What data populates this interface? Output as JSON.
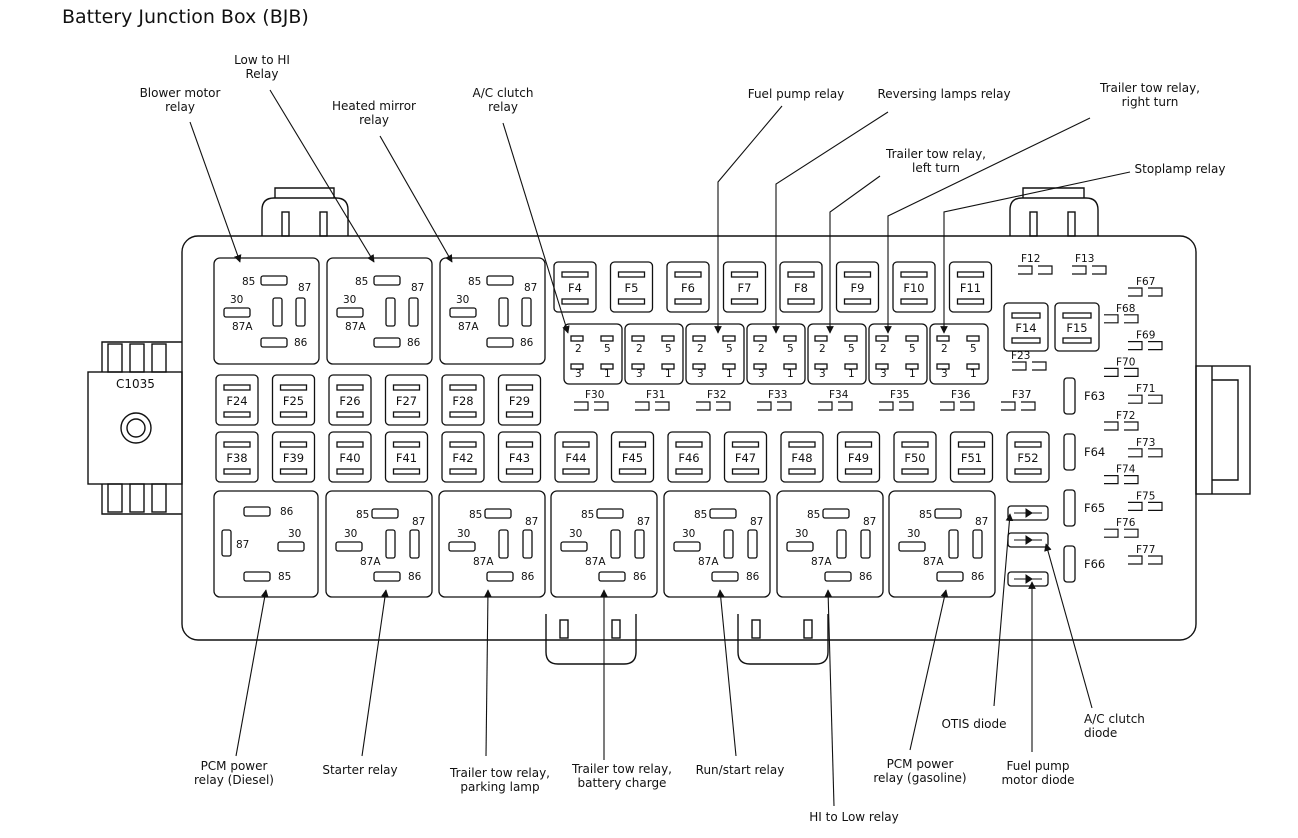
{
  "title": "Battery Junction Box (BJB)",
  "connector": "C1035",
  "callouts": {
    "blower_motor_relay": [
      "Blower motor",
      "relay"
    ],
    "low_to_hi_relay": [
      "Low to HI",
      "Relay"
    ],
    "heated_mirror_relay": [
      "Heated mirror",
      "relay"
    ],
    "ac_clutch_relay": [
      "A/C clutch",
      "relay"
    ],
    "fuel_pump_relay": [
      "Fuel pump relay"
    ],
    "reversing_lamps_relay": [
      "Reversing lamps relay"
    ],
    "trailer_tow_right": [
      "Trailer tow relay,",
      "right turn"
    ],
    "trailer_tow_left": [
      "Trailer tow relay,",
      "left turn"
    ],
    "stoplamp_relay": [
      "Stoplamp relay"
    ],
    "pcm_power_diesel": [
      "PCM power",
      "relay (Diesel)"
    ],
    "starter_relay": [
      "Starter relay"
    ],
    "trailer_tow_parking": [
      "Trailer tow relay,",
      "parking lamp"
    ],
    "trailer_tow_battery": [
      "Trailer tow relay,",
      "battery charge"
    ],
    "run_start_relay": [
      "Run/start relay"
    ],
    "hi_to_low_relay": [
      "HI to Low relay"
    ],
    "pcm_power_gasoline": [
      "PCM power",
      "relay (gasoline)"
    ],
    "otis_diode": [
      "OTIS diode"
    ],
    "fuel_pump_motor_diode": [
      "Fuel pump",
      "motor diode"
    ],
    "ac_clutch_diode": [
      "A/C clutch",
      "diode"
    ]
  },
  "relay_pins": {
    "p85": "85",
    "p86": "86",
    "p87": "87",
    "p87a": "87A",
    "p30": "30",
    "p2": "2",
    "p3": "3",
    "p5": "5",
    "p1": "1"
  },
  "fuses": {
    "row_top": [
      "F4",
      "F5",
      "F6",
      "F7",
      "F8",
      "F9",
      "F10",
      "F11"
    ],
    "row_mid": [
      "F24",
      "F25",
      "F26",
      "F27",
      "F28",
      "F29"
    ],
    "row_mini": [
      "F30",
      "F31",
      "F32",
      "F33",
      "F34",
      "F35",
      "F36",
      "F37"
    ],
    "row_bottom": [
      "F38",
      "F39",
      "F40",
      "F41",
      "F42",
      "F43",
      "F44",
      "F45",
      "F46",
      "F47",
      "F48",
      "F49",
      "F50",
      "F51",
      "F52"
    ],
    "right_top": [
      "F12",
      "F13"
    ],
    "right_large": [
      "F14",
      "F15"
    ],
    "f23": "F23",
    "vertical": [
      "F63",
      "F64",
      "F65",
      "F66"
    ],
    "far_right": [
      "F67",
      "F68",
      "F69",
      "F70",
      "F71",
      "F72",
      "F73",
      "F74",
      "F75",
      "F76",
      "F77"
    ]
  }
}
